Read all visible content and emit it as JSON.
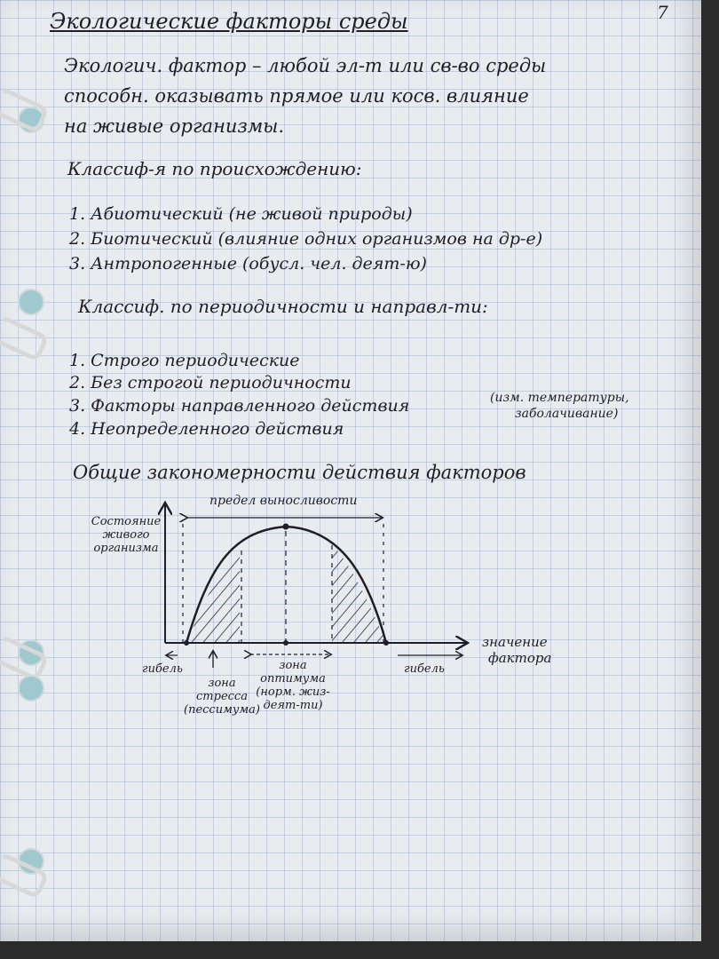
{
  "title": "Экологические факторы среды",
  "page_number": "7",
  "definition": [
    "Экологич. фактор – любой эл-т или св-во среды",
    "способн. оказывать прямое или косв. влияние",
    "на живые организмы."
  ],
  "origin_heading": "Классиф-я по происхождению:",
  "origin_items": [
    "1. Абиотический (не живой природы)",
    "2. Биотический (влияние одних организмов на др-е)",
    "3. Антропогенные (обусл. чел. деят-ю)"
  ],
  "period_heading": "Классиф. по периодичности и направл-ти:",
  "period_items": [
    "1. Строго периодические",
    "2. Без строгой периодичности",
    "3. Факторы направленного действия",
    "4. Неопределенного действия"
  ],
  "period_note": [
    "(изм. температуры,",
    "заболачивание)"
  ],
  "laws_heading": "Общие закономерности действия факторов",
  "chart": {
    "y_label": [
      "Состояние",
      "живого",
      "организма"
    ],
    "x_label": [
      "значение",
      "фактора"
    ],
    "tolerance_label": "предел выносливости",
    "death_label": "гибель",
    "stress_zone": [
      "зона",
      "стресса",
      "(пессимума)"
    ],
    "optimum_zone": [
      "зона",
      "оптимума",
      "(норм. жиз-",
      "деят-ти)"
    ]
  },
  "colors": {
    "ink": "#1e1e24",
    "paper": "#e9ecef",
    "grid": "#5a78aa"
  }
}
